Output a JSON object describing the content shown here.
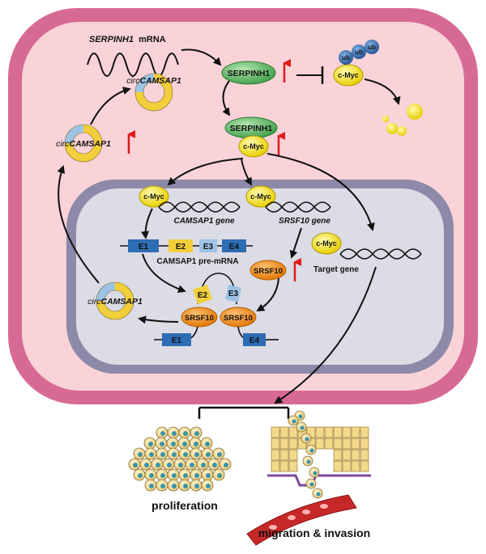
{
  "labels": {
    "serpinh1_mrna_gene": "SERPINH1",
    "serpinh1_mrna_suffix": "mRNA",
    "serpinh1_protein": "SERPINH1",
    "serpinh1_complex": "SERPINH1",
    "cmyc": "c-Myc",
    "ub": "ub",
    "circ_prefix": "circ",
    "circ_name": "CAMSAP1",
    "camsap1_gene": "CAMSAP1 gene",
    "srsf10_gene": "SRSF10 gene",
    "target_gene": "Target gene",
    "premrna": "CAMSAP1 pre-mRNA",
    "srsf10": "SRSF10",
    "e1": "E1",
    "e2": "E2",
    "e3": "E3",
    "e4": "E4",
    "proliferation": "proliferation",
    "migration": "migration & invasion"
  },
  "colors": {
    "cell_membrane": "#d76a94",
    "cytoplasm": "#f9d3d8",
    "nucleus_membrane": "#8d89a8",
    "nucleoplasm": "#dcdce6",
    "serpinh1": "#4caf50",
    "cmyc": "#f5e11a",
    "ub": "#2f64a8",
    "srsf10": "#f08a12",
    "exon_blue": "#2c6db3",
    "exon_yellow": "#f2cf3a",
    "exon_light": "#9dc3e6",
    "up_arrow": "#e0191b"
  }
}
